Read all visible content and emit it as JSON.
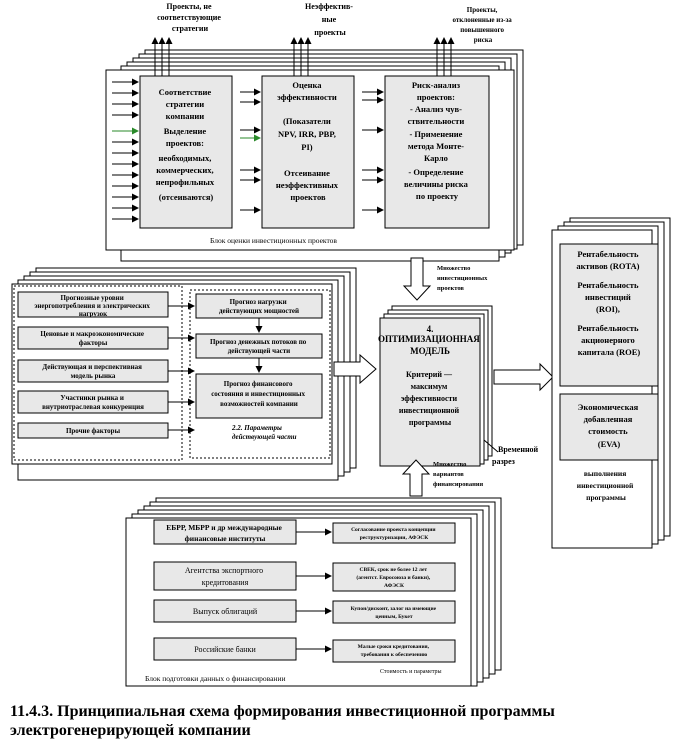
{
  "top_block": {
    "out1": [
      "Проекты, не",
      "соответствующие",
      "стратегии"
    ],
    "out2": [
      "Неэффектив-",
      "ные",
      "проекты"
    ],
    "out3": [
      "Проекты,",
      "отклоненные из-за",
      "повышенного",
      "риска"
    ],
    "box1": [
      "Соответствие",
      "стратегии",
      "компании",
      "Выделение",
      "проектов:",
      "необходимых,",
      "коммерческих,",
      "непрофильных",
      "(отсеиваются)"
    ],
    "box2": [
      "Оценка",
      "эффективности",
      "",
      "(Показатели",
      "NPV, IRR, PBP,",
      "PI)",
      "",
      "Отсеивание",
      "неэффективных",
      "проектов"
    ],
    "box3": [
      "Риск-анализ",
      "проектов:",
      "- Анализ чув-",
      "ствительности",
      "- Применение",
      "метода Монте-",
      "Карло",
      "- Определение",
      "величины риска",
      "по проекту"
    ],
    "caption": "Блок оценки инвестиционных проектов"
  },
  "arrow_labels": {
    "top": [
      "Множество",
      "инвестиционных",
      "проектов"
    ],
    "bottom": [
      "Множество",
      "вариантов",
      "финансирования"
    ],
    "time": [
      "Временной",
      "разрез"
    ]
  },
  "left_block": {
    "left_items": [
      [
        "Прогнозные уровни",
        "энергопотребления и электрических",
        "нагрузок"
      ],
      [
        "Ценовые и макроэкономические",
        "факторы"
      ],
      [
        "Действующая и перспективная",
        "модель рынка"
      ],
      [
        "Участники рынка и",
        "внутриотраслевая конкуренция"
      ],
      [
        "Прочие факторы"
      ]
    ],
    "right_items": [
      [
        "Прогноз нагрузки",
        "действующих мощностей"
      ],
      [
        "Прогноз денежных потоков по",
        "действующей части"
      ],
      [
        "Прогноз финансового",
        "состояния и инвестиционных",
        "возможностей компании"
      ]
    ],
    "note": [
      "2.2. Параметры",
      "действующей части"
    ]
  },
  "center": {
    "number": "4.",
    "title": [
      "ОПТИМИЗАЦИОННАЯ",
      "МОДЕЛЬ"
    ],
    "body": [
      "Критерий —",
      "максимум",
      "эффективности",
      "инвестиционной",
      "программы"
    ]
  },
  "right_block": {
    "metrics": [
      "Рентабельность",
      "активов (ROTA)",
      "",
      "Рентабельность",
      "инвестиций",
      "(ROI),",
      "",
      "Рентабельность",
      "акционерного",
      "капитала (ROE)"
    ],
    "eva": [
      "Экономическая",
      "добавленная",
      "стоимость",
      "(EVA)"
    ],
    "footer": [
      "выполнения",
      "инвестиционной",
      "программы"
    ]
  },
  "bottom_block": {
    "sources": [
      [
        "ЕБРР, МБРР и др международные",
        "финансовые институты"
      ],
      [
        "Агентства экспортного",
        "кредитования"
      ],
      [
        "Выпуск облигаций"
      ],
      [
        "Российские банки"
      ]
    ],
    "terms": [
      [
        "Согласование проекта концепции",
        "реструктуризации, АФЭСК"
      ],
      [
        "СВЕК, срок не более 12 лет",
        "(агентст. Евросоюза и банки),",
        "АФЭСК"
      ],
      [
        "Купон/дисконт, залог на имеющие",
        "ценным, Букет"
      ],
      [
        "Малые сроки кредитования,",
        "требования к обеспечению"
      ]
    ],
    "footnote": "Стоимость и параметры",
    "caption": "Блок подготовки данных о финансировании"
  },
  "figure_caption": "11.4.3. Принципиальная схема формирования инвестиционной программы электрогенерирующей компании"
}
